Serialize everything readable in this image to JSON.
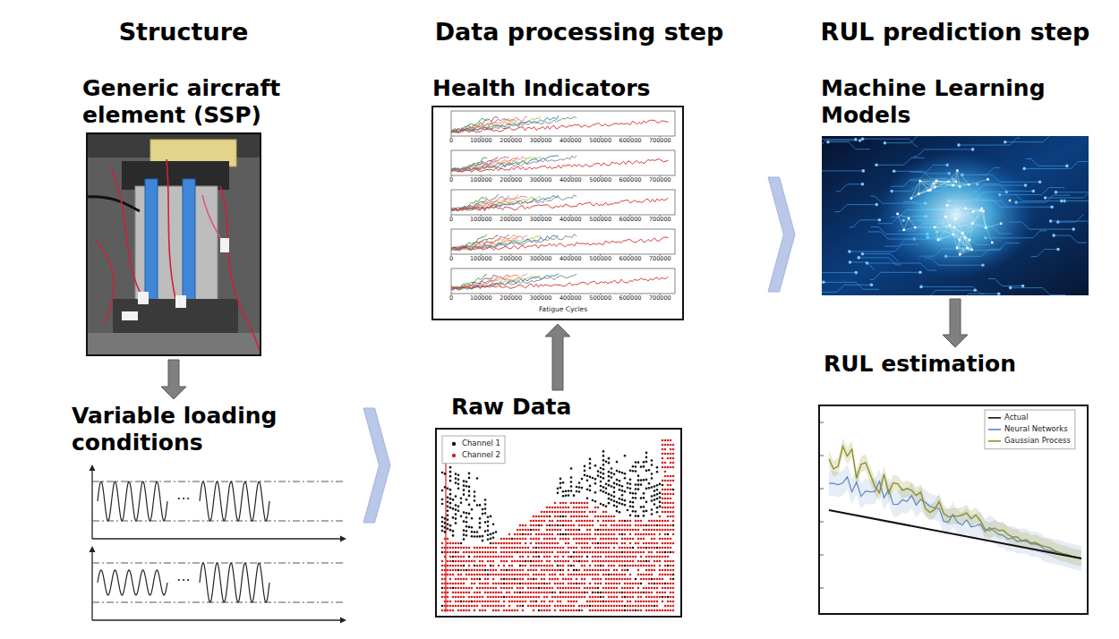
{
  "diagram": {
    "nodes": [
      {
        "text": [
          "Structure"
        ]
      },
      {
        "text": [
          "Generic aircraft element (SSP)"
        ],
        "in": 0
      },
      {
        "text": [
          "Variable loading conditions"
        ],
        "in": 0
      },
      {
        "text": [
          "Data processing step"
        ]
      },
      {
        "text": [
          "Health Indicators"
        ],
        "in": 3
      },
      {
        "text": [
          "Raw Data"
        ],
        "in": 3
      },
      {
        "text": [
          "RUL prediction step"
        ]
      },
      {
        "text": [
          "Machine Learning Models"
        ],
        "in": 6
      },
      {
        "text": [
          "RUL estimation"
        ],
        "in": 6
      }
    ],
    "edges": [
      {
        "from": 0,
        "to": 3,
        "arrow": "to"
      },
      {
        "from": 3,
        "to": 6,
        "arrow": "to"
      },
      {
        "from": 1,
        "to": 2,
        "arrow": "to"
      },
      {
        "from": 5,
        "to": 4,
        "arrow": "to"
      },
      {
        "from": 7,
        "to": 8,
        "arrow": "to"
      }
    ],
    "labels": [
      "...",
      "...",
      "0",
      "100000",
      "200000",
      "300000",
      "400000",
      "500000",
      "600000",
      "700000",
      "0",
      "100000",
      "200000",
      "300000",
      "400000",
      "500000",
      "600000",
      "700000",
      "0",
      "100000",
      "200000",
      "300000",
      "400000",
      "500000",
      "600000",
      "700000",
      "0",
      "100000",
      "200000",
      "300000",
      "400000",
      "500000",
      "600000",
      "700000",
      "0",
      "100000",
      "200000",
      "300000",
      "400000",
      "500000",
      "600000",
      "700000",
      "Fatigue Cycles"
    ],
    "legend": [
      {
        "text": "Channel 1"
      },
      {
        "text": "Channel 2"
      },
      {
        "text": "Actual"
      },
      {
        "text": "Neural Networks"
      },
      {
        "text": "Gaussian Process"
      }
    ]
  }
}
